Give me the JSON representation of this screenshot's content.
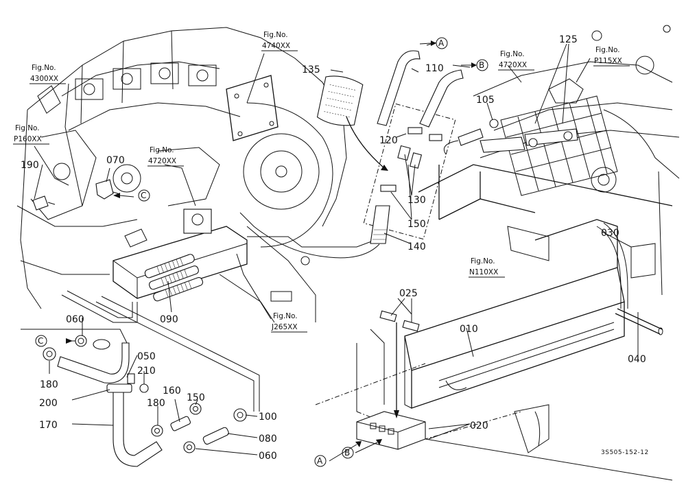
{
  "figure_refs": {
    "fig_4300": {
      "top": "Fig.No.",
      "bottom": "4300XX"
    },
    "fig_p160": {
      "top": "Fig.No.",
      "bottom": "P160XX"
    },
    "fig_4720_left": {
      "top": "Fig.No.",
      "bottom": "4720XX"
    },
    "fig_4740": {
      "top": "Fig.No.",
      "bottom": "4740XX"
    },
    "fig_j265": {
      "top": "Fig.No.",
      "bottom": "J265XX"
    },
    "fig_4720_right": {
      "top": "Fig.No.",
      "bottom": "4720XX"
    },
    "fig_p115": {
      "top": "Fig.No.",
      "bottom": "P115XX"
    },
    "fig_n110": {
      "top": "Fig.No.",
      "bottom": "N110XX"
    }
  },
  "part_numbers": {
    "p190": "190",
    "p070": "070",
    "p090": "090",
    "p135": "135",
    "p110": "110",
    "p105": "105",
    "p125": "125",
    "p120": "120",
    "p130": "130",
    "p150a": "150",
    "p140": "140",
    "p030": "030",
    "p025": "025",
    "p010": "010",
    "p040": "040",
    "p020": "020",
    "p060a": "060",
    "p050": "050",
    "p210": "210",
    "p180a": "180",
    "p200": "200",
    "p150b": "150",
    "p160": "160",
    "p180b": "180",
    "p170": "170",
    "p100": "100",
    "p080": "080",
    "p060b": "060"
  },
  "connectors": {
    "a_top": "A",
    "b_top": "B",
    "c_mid": "C",
    "c_left": "C",
    "a_bottom": "A",
    "b_bottom": "B"
  },
  "drawing_ref": "3S505-152-12"
}
